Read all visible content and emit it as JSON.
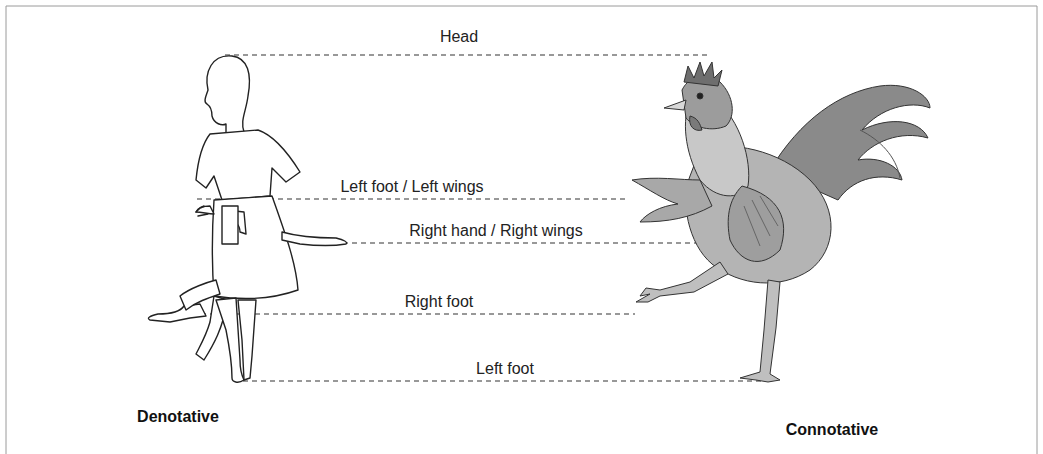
{
  "diagram": {
    "labels": [
      "Head",
      "Left foot / Left wings",
      "Right hand / Right wings",
      "Right foot",
      "Left foot",
      "Denotative",
      "Connotative"
    ]
  }
}
